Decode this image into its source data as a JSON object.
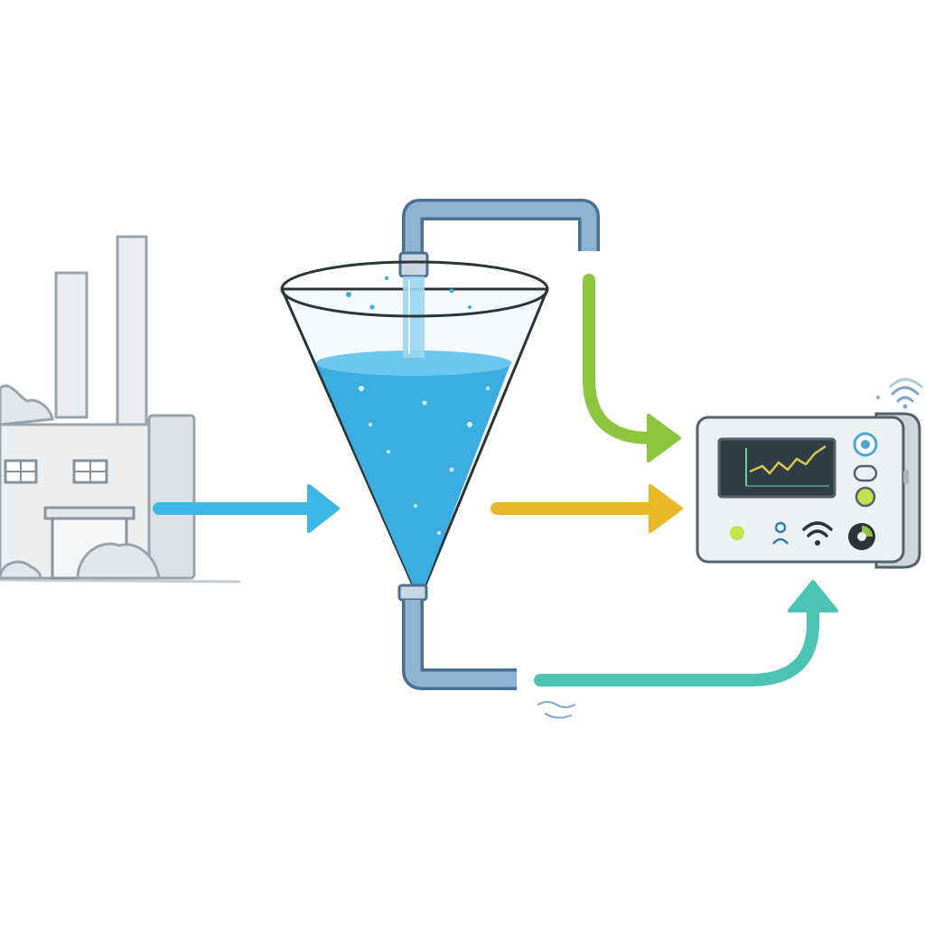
{
  "diagram": {
    "nodes": [
      {
        "id": "factory",
        "icon": "factory-icon"
      },
      {
        "id": "funnel",
        "icon": "funnel-filter-icon"
      },
      {
        "id": "monitor",
        "icon": "monitoring-device-icon"
      }
    ],
    "connectors": [
      {
        "from": "factory",
        "to": "funnel",
        "icon": "arrow-right-icon",
        "color": "#3db8e6"
      },
      {
        "from": "funnel-top-pipe",
        "to": "monitor",
        "icon": "curved-arrow-icon",
        "color": "#8cc63f"
      },
      {
        "from": "funnel",
        "to": "monitor",
        "icon": "arrow-right-icon",
        "color": "#e8b828"
      },
      {
        "from": "funnel-bottom-pipe",
        "to": "monitor",
        "icon": "curved-arrow-up-icon",
        "color": "#4cc4b4"
      }
    ],
    "colors": {
      "water": "#3aaee0",
      "water_light": "#6cc6ee",
      "pipe": "#7fa7c9",
      "pipe_stroke": "#4a6f8f",
      "factory": "#e4e7ea",
      "factory_stroke": "#9aa3ab",
      "device_body": "#eef1f4",
      "device_stroke": "#55606b",
      "screen": "#2f3e46",
      "chart_line": "#d9c94a"
    },
    "device_controls": [
      {
        "icon": "status-light-icon",
        "color": "#c8e04a"
      },
      {
        "icon": "person-sensor-icon",
        "color": "#2c7fb8"
      },
      {
        "icon": "wifi-icon",
        "color": "#2d3438"
      },
      {
        "icon": "dial-knob-icon",
        "color": "#2d3438"
      },
      {
        "icon": "gauge-icon",
        "color": "#4aa7d8"
      },
      {
        "icon": "toggle-button-icon",
        "color": "#d8dde2"
      },
      {
        "icon": "indicator-button-icon",
        "color": "#c8e04a"
      }
    ]
  }
}
